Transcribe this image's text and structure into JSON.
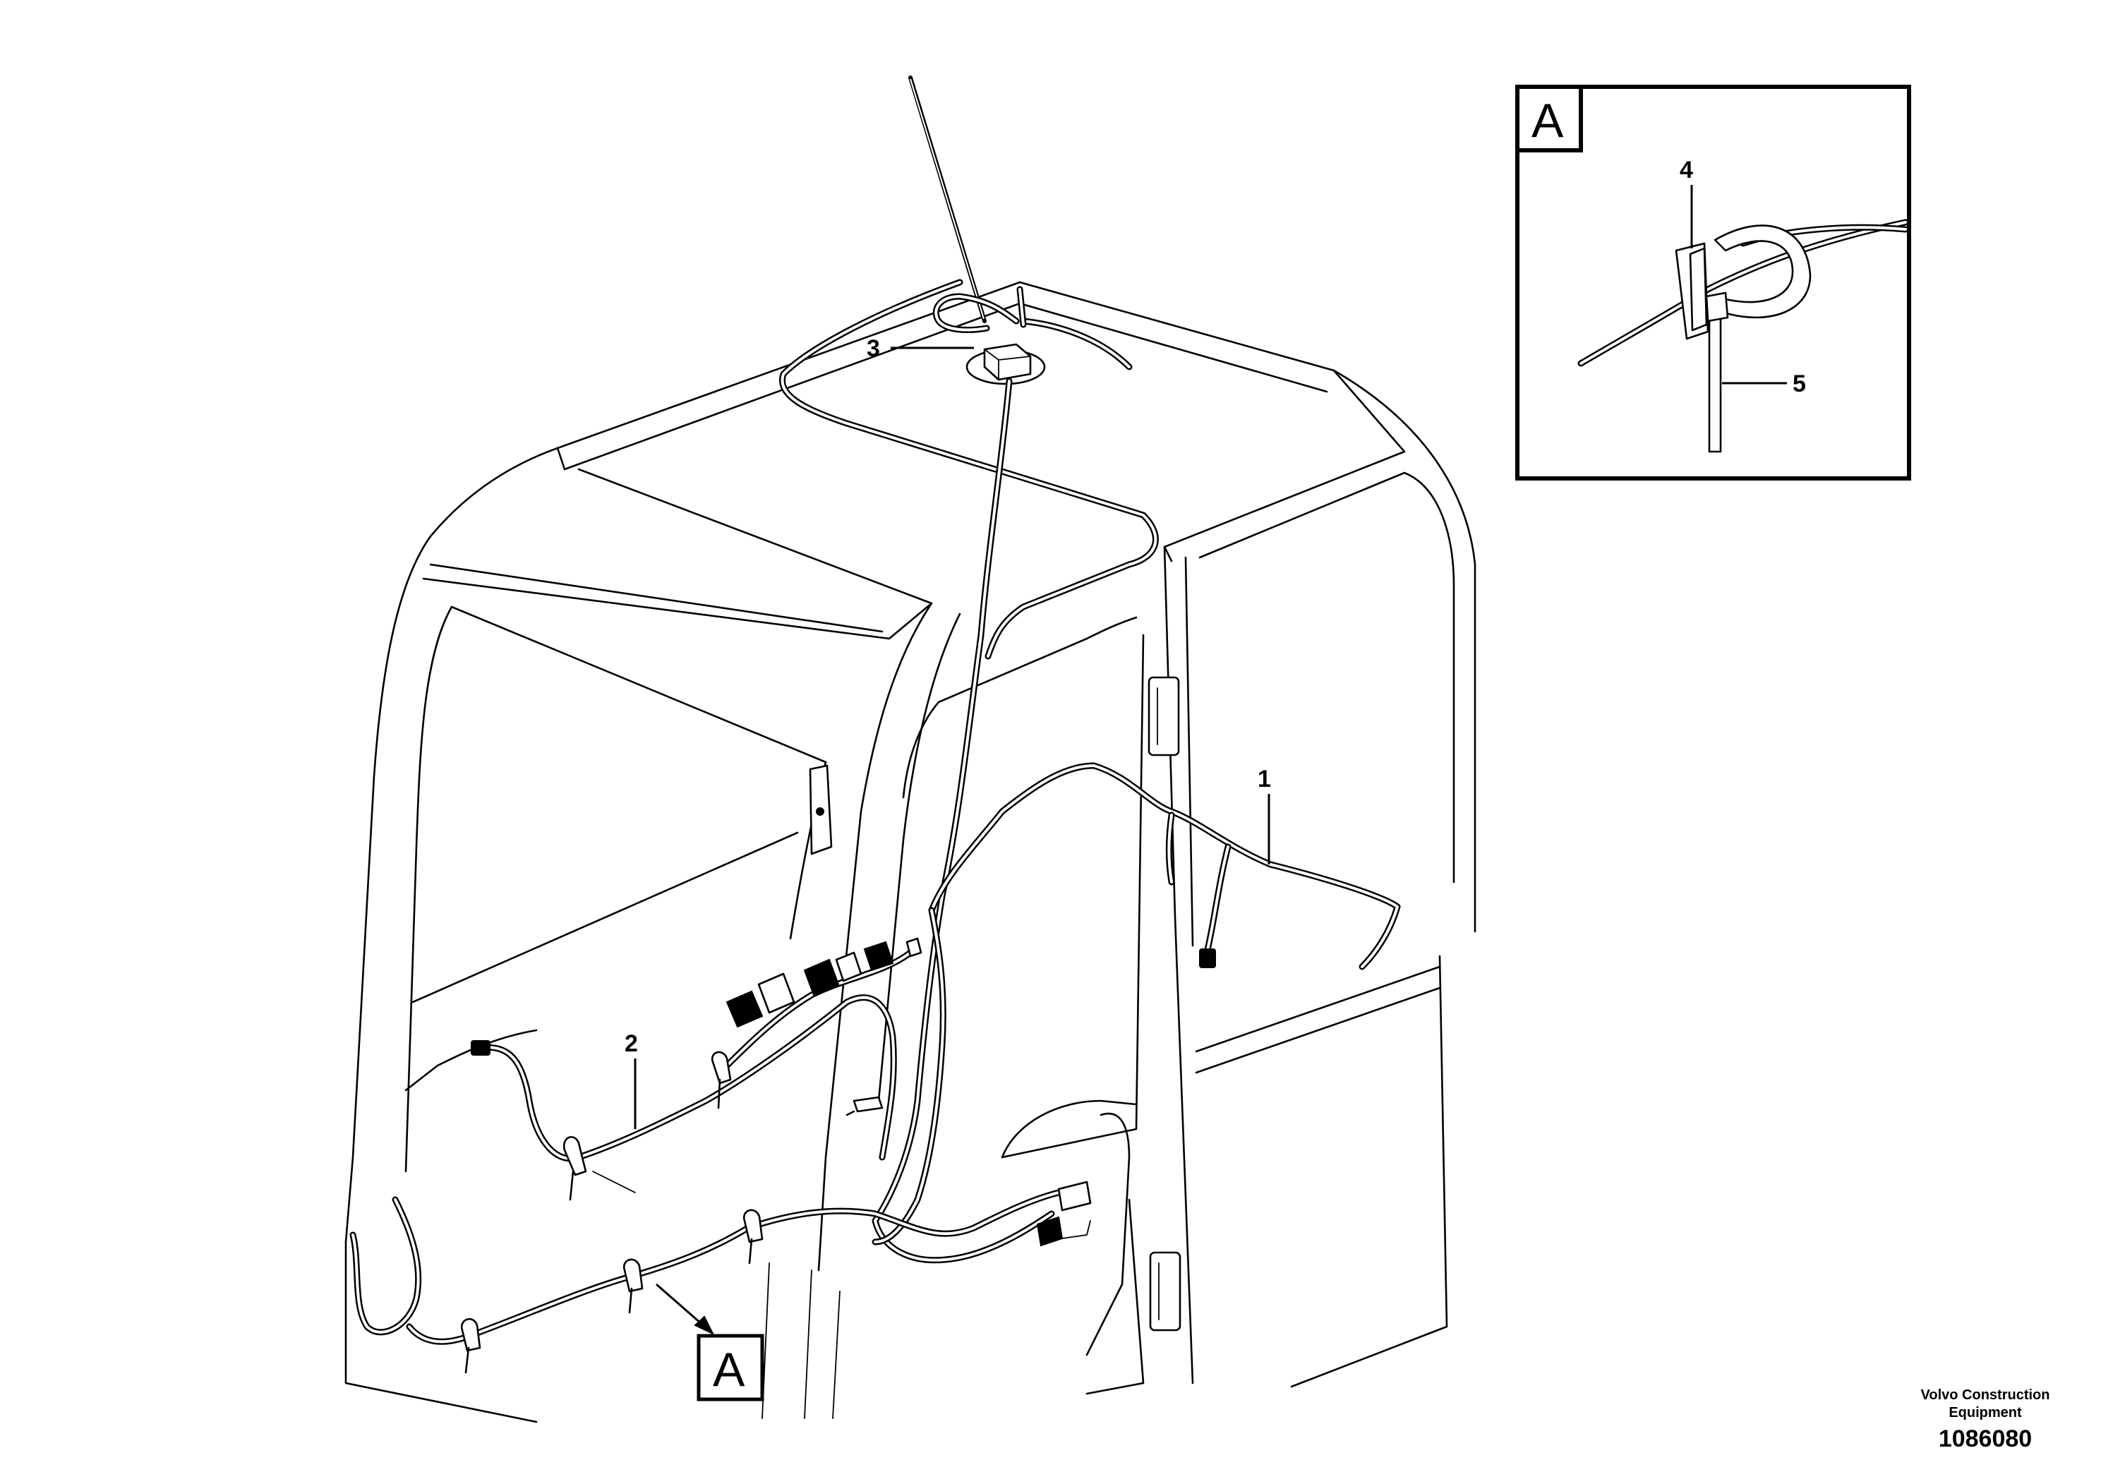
{
  "callouts": {
    "item_1": "1",
    "item_2": "2",
    "item_3": "3",
    "item_4": "4",
    "item_5": "5"
  },
  "detail_view": {
    "reference_letter": "A",
    "marker_letter": "A"
  },
  "footer": {
    "company_line1": "Volvo Construction",
    "company_line2": "Equipment",
    "document_number": "1086080"
  }
}
